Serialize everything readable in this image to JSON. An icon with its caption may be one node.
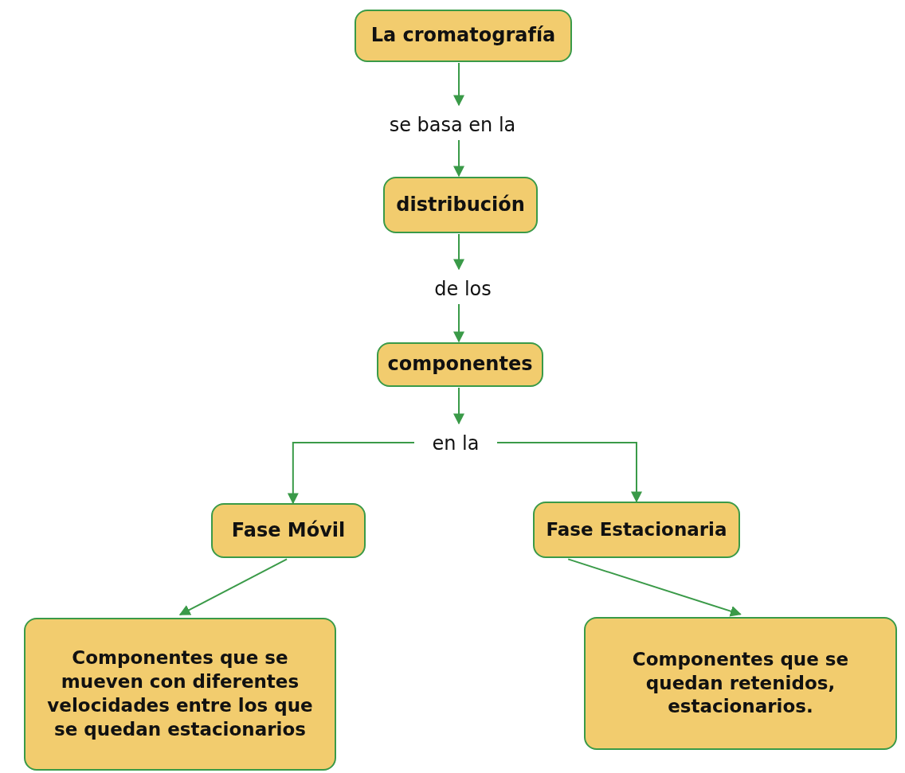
{
  "diagram": {
    "nodes": [
      {
        "text": [
          "La cromatografía"
        ]
      },
      {
        "text": [
          "se basa en la"
        ]
      },
      {
        "text": [
          "distribución"
        ]
      },
      {
        "text": [
          "de los"
        ]
      },
      {
        "text": [
          "componentes"
        ]
      },
      {
        "text": [
          "en la"
        ]
      },
      {
        "text": [
          "Fase Móvil"
        ]
      },
      {
        "text": [
          "Fase Estacionaria"
        ]
      },
      {
        "text": [
          "Componentes que se mueven con diferentes velocidades entre los que se quedan estacionarios"
        ]
      },
      {
        "text": [
          "Componentes que se quedan retenidos, estacionarios."
        ]
      }
    ],
    "edges": [
      {
        "from": 0,
        "to": 1,
        "arrow": "to"
      },
      {
        "from": 1,
        "to": 2,
        "arrow": "to"
      },
      {
        "from": 2,
        "to": 3,
        "arrow": "to"
      },
      {
        "from": 3,
        "to": 4,
        "arrow": "to"
      },
      {
        "from": 4,
        "to": 5,
        "arrow": "to"
      },
      {
        "from": 5,
        "to": 6,
        "arrow": "to"
      },
      {
        "from": 5,
        "to": 7,
        "arrow": "to"
      },
      {
        "from": 6,
        "to": 8,
        "arrow": "to"
      },
      {
        "from": 7,
        "to": 9,
        "arrow": "to"
      }
    ]
  }
}
